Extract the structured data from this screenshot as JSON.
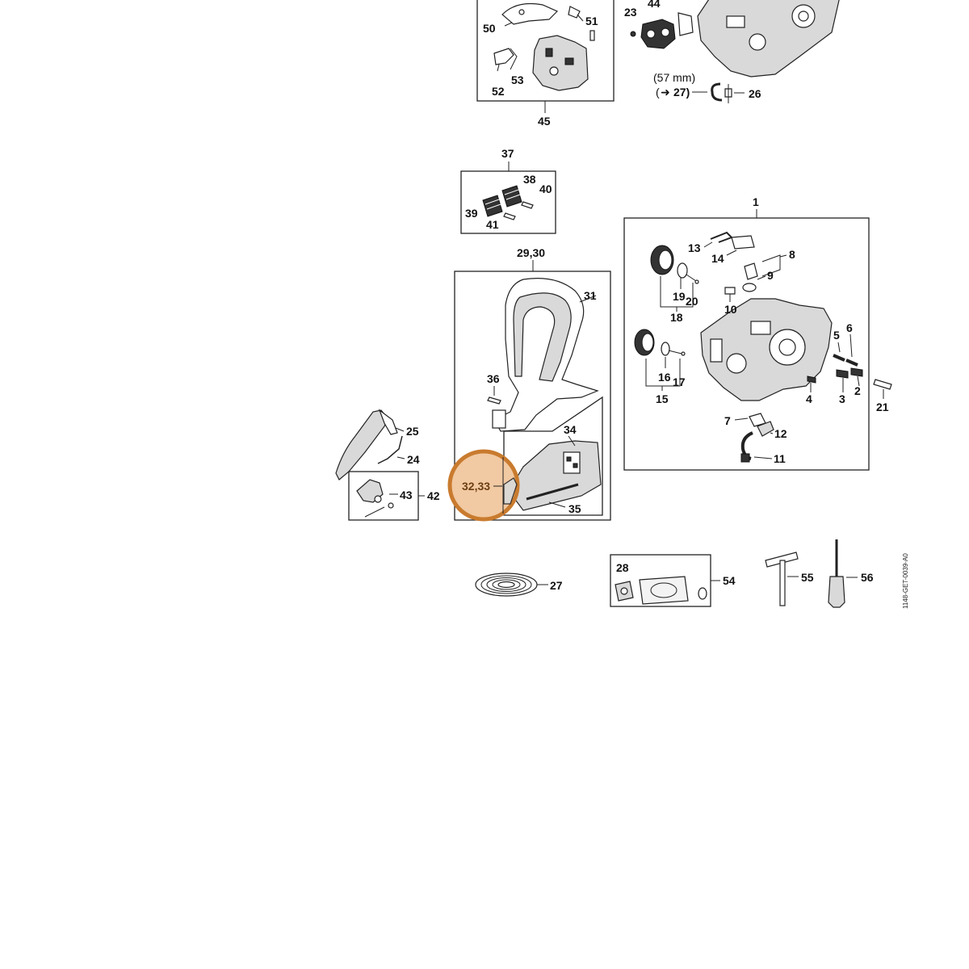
{
  "diagram": {
    "doc_code": "1148-GET-0039-A0",
    "highlight": {
      "label": "32,33",
      "fill_color": "#f1c9a2",
      "stroke_color": "#c97b2e"
    },
    "callouts": {
      "c1": "1",
      "c2": "2",
      "c3": "3",
      "c4": "4",
      "c5": "5",
      "c6": "6",
      "c7": "7",
      "c8": "8",
      "c9": "9",
      "c10": "10",
      "c11": "11",
      "c12": "12",
      "c13": "13",
      "c14": "14",
      "c15": "15",
      "c16": "16",
      "c17": "17",
      "c18": "18",
      "c19": "19",
      "c20": "20",
      "c21": "21",
      "c23": "23",
      "c24": "24",
      "c25": "25",
      "c26": "26",
      "c27": "27",
      "c28": "28",
      "c29_30": "29,30",
      "c31": "31",
      "c34": "34",
      "c35": "35",
      "c36": "36",
      "c37": "37",
      "c38": "38",
      "c39": "39",
      "c40": "40",
      "c41": "41",
      "c42": "42",
      "c43": "43",
      "c44": "44",
      "c45": "45",
      "c50": "50",
      "c51": "51",
      "c52": "52",
      "c53": "53",
      "c54": "54",
      "c55": "55",
      "c56": "56"
    },
    "note": {
      "length": "(57 mm)",
      "arrow": "(",
      "ref": "27)",
      "arrow_icon": "➜"
    }
  }
}
